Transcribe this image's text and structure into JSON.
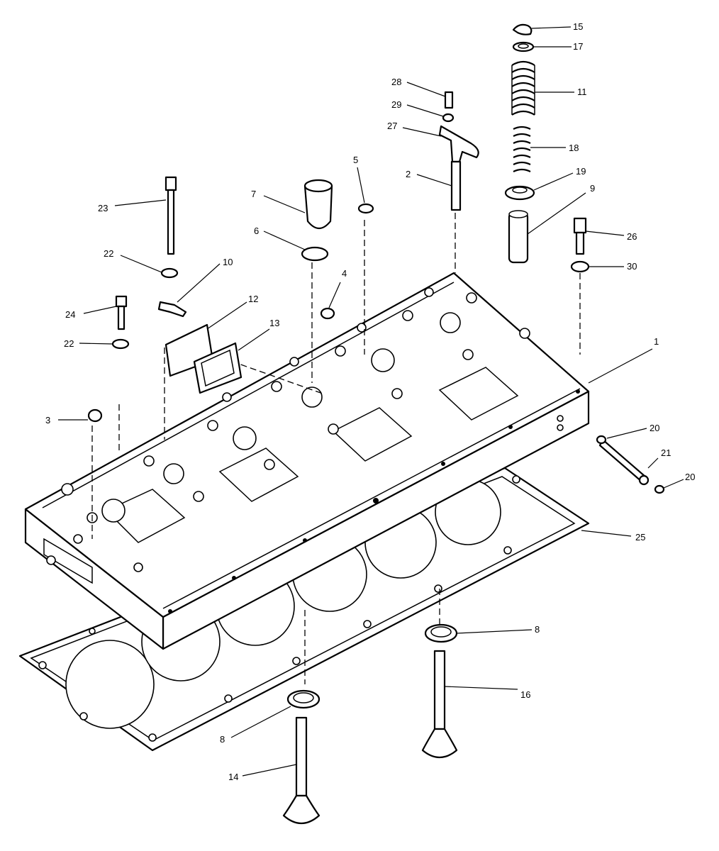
{
  "callouts": [
    {
      "id": "1",
      "label": "1"
    },
    {
      "id": "2",
      "label": "2"
    },
    {
      "id": "3",
      "label": "3"
    },
    {
      "id": "4",
      "label": "4"
    },
    {
      "id": "5",
      "label": "5"
    },
    {
      "id": "6",
      "label": "6"
    },
    {
      "id": "7",
      "label": "7"
    },
    {
      "id": "8a",
      "label": "8"
    },
    {
      "id": "8b",
      "label": "8"
    },
    {
      "id": "9",
      "label": "9"
    },
    {
      "id": "10",
      "label": "10"
    },
    {
      "id": "11",
      "label": "11"
    },
    {
      "id": "12",
      "label": "12"
    },
    {
      "id": "13",
      "label": "13"
    },
    {
      "id": "14",
      "label": "14"
    },
    {
      "id": "15",
      "label": "15"
    },
    {
      "id": "16",
      "label": "16"
    },
    {
      "id": "17",
      "label": "17"
    },
    {
      "id": "18",
      "label": "18"
    },
    {
      "id": "19",
      "label": "19"
    },
    {
      "id": "20a",
      "label": "20"
    },
    {
      "id": "20b",
      "label": "20"
    },
    {
      "id": "21",
      "label": "21"
    },
    {
      "id": "22a",
      "label": "22"
    },
    {
      "id": "22b",
      "label": "22"
    },
    {
      "id": "23",
      "label": "23"
    },
    {
      "id": "24",
      "label": "24"
    },
    {
      "id": "25",
      "label": "25"
    },
    {
      "id": "26",
      "label": "26"
    },
    {
      "id": "27",
      "label": "27"
    },
    {
      "id": "28",
      "label": "28"
    },
    {
      "id": "29",
      "label": "29"
    },
    {
      "id": "30",
      "label": "30"
    }
  ]
}
